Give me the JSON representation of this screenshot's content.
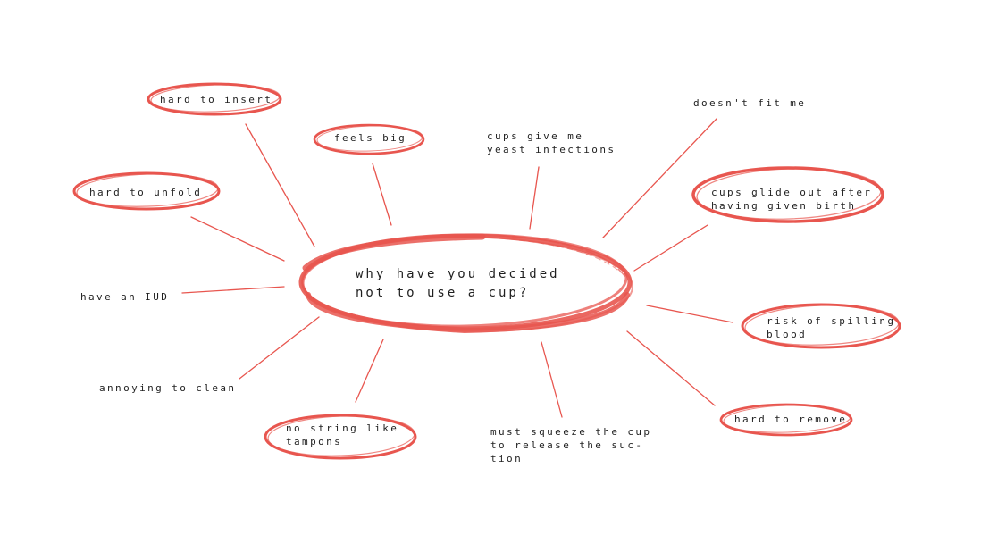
{
  "accent_color": "#e8564f",
  "center": {
    "line1": "why have you decided",
    "line2": "not to use a cup?"
  },
  "nodes": {
    "hard_to_insert": "hard to insert",
    "feels_big": "feels big",
    "yeast_line1": "cups give me",
    "yeast_line2": "yeast infections",
    "doesnt_fit": "doesn't fit me",
    "hard_to_unfold": "hard to unfold",
    "glide_line1": "cups glide out after",
    "glide_line2": "having given birth",
    "iud": "have an IUD",
    "spill_line1": "risk of spilling",
    "spill_line2": "blood",
    "annoying": "annoying to clean",
    "hard_to_remove": "hard to remove",
    "string_line1": "no string like",
    "string_line2": "tampons",
    "squeeze_line1": "must squeeze the cup",
    "squeeze_line2": "to release the suc-",
    "squeeze_line3": "tion"
  }
}
